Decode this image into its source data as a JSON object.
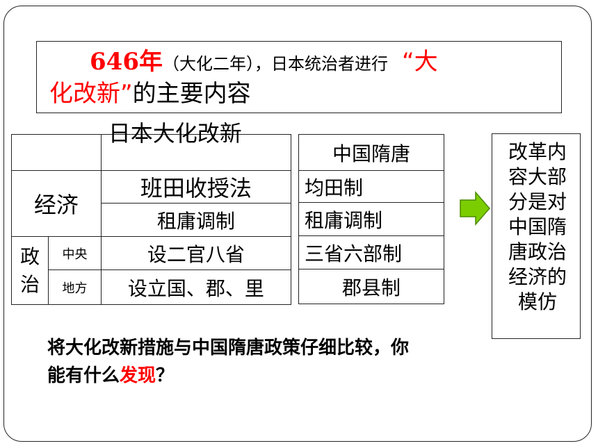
{
  "title": {
    "year": "646年",
    "paren": "（大化二年），日本统治者进行",
    "highlight_open": "“大",
    "highlight_close": "化改新”",
    "suffix": "的主要内容"
  },
  "japan_table": {
    "header": "日本大化改新",
    "economy_label": "经济",
    "economy_rows": [
      "班田收授法",
      "租庸调制"
    ],
    "politics_label": "政治",
    "politics_rows": [
      {
        "level": "中央",
        "content": "设二官八省"
      },
      {
        "level": "地方",
        "content": "设立国、郡、里"
      }
    ]
  },
  "china_table": {
    "header": "中国隋唐",
    "rows": [
      "均田制",
      "租庸调制",
      "三省六部制",
      "郡县制"
    ]
  },
  "arrow_icon": "green-right-arrow-icon",
  "conclusion": "改革内容大部分是对中国隋唐政治经济的模仿",
  "question": {
    "text": "将大化改新措施与中国隋唐政策仔细比较，你能有什么",
    "highlight": "发现",
    "end": "？"
  },
  "colors": {
    "highlight": "#ff0000",
    "arrow": "#7ccd00"
  }
}
